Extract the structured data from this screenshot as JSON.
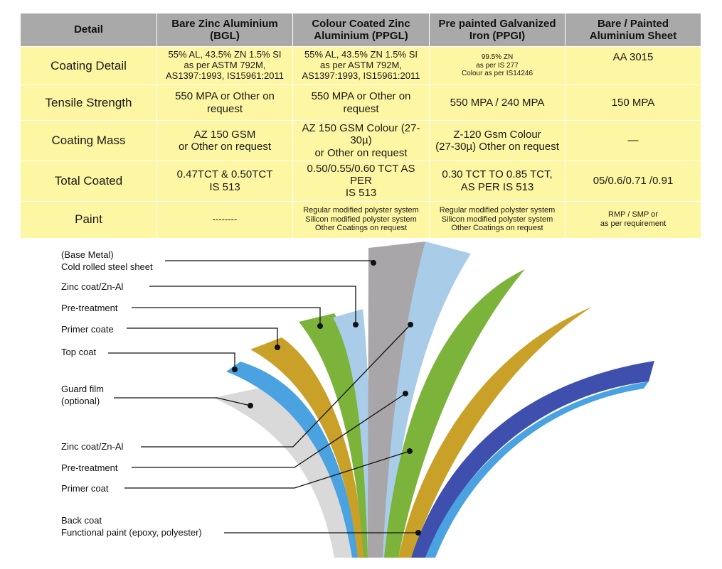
{
  "table": {
    "headers": [
      {
        "line1": "Detail",
        "line2": ""
      },
      {
        "line1": "Bare Zinc Aluminium",
        "line2": "(BGL)"
      },
      {
        "line1": "Colour Coated Zinc",
        "line2": "Aluminium (PPGL)"
      },
      {
        "line1": "Pre painted Galvanized",
        "line2": "Iron (PPGI)"
      },
      {
        "line1": "Bare / Painted",
        "line2": "Aluminium Sheet"
      }
    ],
    "rows": [
      {
        "label": "Coating Detail",
        "cells": [
          {
            "lines": [
              "55% AL, 43.5% ZN 1.5% SI",
              "as per ASTM 792M,",
              "AS1397:1993, IS15961:2011"
            ]
          },
          {
            "lines": [
              "55% AL, 43.5% ZN 1.5% SI",
              "as per ASTM 792M,",
              "AS1397:1993, IS15961:2011"
            ]
          },
          {
            "lines": [
              "99.5% ZN",
              "as per IS 277",
              "Colour as per IS14246"
            ]
          },
          {
            "lines": [
              "AA 3015",
              "",
              ""
            ]
          }
        ]
      },
      {
        "label": "Tensile Strength",
        "cells": [
          {
            "lines": [
              "550 MPA or Other on",
              "request"
            ]
          },
          {
            "lines": [
              "550 MPA or Other on",
              "request"
            ]
          },
          {
            "lines": [
              "550 MPA / 240 MPA",
              ""
            ]
          },
          {
            "lines": [
              "150 MPA",
              ""
            ]
          }
        ]
      },
      {
        "label": "Coating Mass",
        "cells": [
          {
            "lines": [
              "AZ 150 GSM",
              "or Other on request"
            ]
          },
          {
            "lines": [
              "AZ 150 GSM Colour (27-30µ)",
              "or Other on request"
            ]
          },
          {
            "lines": [
              "Z-120 Gsm Colour",
              "(27-30µ) Other on request"
            ]
          },
          {
            "lines": [
              "—",
              ""
            ]
          }
        ]
      },
      {
        "label": "Total Coated",
        "cells": [
          {
            "lines": [
              "0.47TCT & 0.50TCT",
              "IS 513"
            ]
          },
          {
            "lines": [
              "0.50/0.55/0.60 TCT AS PER",
              "IS 513"
            ]
          },
          {
            "lines": [
              "0.30 TCT TO 0.85 TCT,",
              "AS PER IS 513"
            ]
          },
          {
            "lines": [
              "05/0.6/0.71 /0.91",
              ""
            ]
          }
        ]
      },
      {
        "label": "Paint",
        "cells": [
          {
            "lines": [
              "--------",
              "",
              ""
            ]
          },
          {
            "lines": [
              "Regular modified polyster system",
              "Silicon modified polyster system",
              "Other Coatings on request"
            ]
          },
          {
            "lines": [
              "Regular modified polyster system",
              "Silicon modified polyster system",
              "Other Coatings on request"
            ]
          },
          {
            "lines": [
              "RMP / SMP or",
              "as per requirement",
              ""
            ]
          }
        ]
      }
    ]
  },
  "diagram": {
    "callouts": [
      {
        "line1": "(Base Metal)",
        "line2": "Cold rolled steel sheet"
      },
      {
        "line1": "Zinc coat/Zn-Al",
        "line2": ""
      },
      {
        "line1": "Pre-treatment",
        "line2": ""
      },
      {
        "line1": "Primer coate",
        "line2": ""
      },
      {
        "line1": "Top coat",
        "line2": ""
      },
      {
        "line1": "Guard film",
        "line2": "(optional)"
      },
      {
        "line1": "Zinc coat/Zn-Al",
        "line2": ""
      },
      {
        "line1": "Pre-treatment",
        "line2": ""
      },
      {
        "line1": "Primer coat",
        "line2": ""
      },
      {
        "line1": "Back coat",
        "line2": "Functional paint (epoxy, polyester)"
      }
    ],
    "colors": {
      "base_metal": "#a9a6aa",
      "zinc": "#a9cde9",
      "pretreatment": "#7bb33b",
      "primer": "#c9a129",
      "top_coat": "#4aa2e0",
      "guard_film": "#d9d9d9",
      "back_coat": "#3f4fae"
    }
  }
}
